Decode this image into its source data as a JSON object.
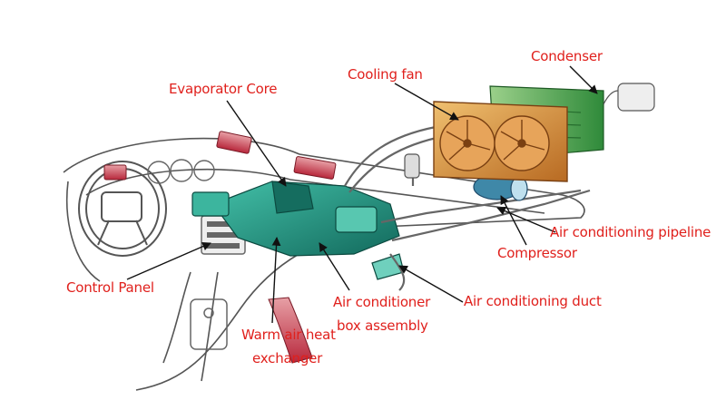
{
  "labels": {
    "evaporator": "Evaporator Core",
    "cooling_fan": "Cooling fan",
    "condenser": "Condenser",
    "pipeline": "Air conditioning pipeline",
    "compressor": "Compressor",
    "control_panel": "Control Panel",
    "box_line1": "Air conditioner",
    "box_line2": "box assembly",
    "duct": "Air conditioning duct",
    "warm_line1": "Warm air heat",
    "warm_line2": "exchanger"
  },
  "colors": {
    "label": "#e0201c",
    "arrow": "#111111",
    "ac_unit": "#1f8f7e",
    "condenser": "#3a9a3a",
    "fan_frame": "#c47a2c",
    "vent_red": "#c8384a",
    "outline": "#555555"
  }
}
